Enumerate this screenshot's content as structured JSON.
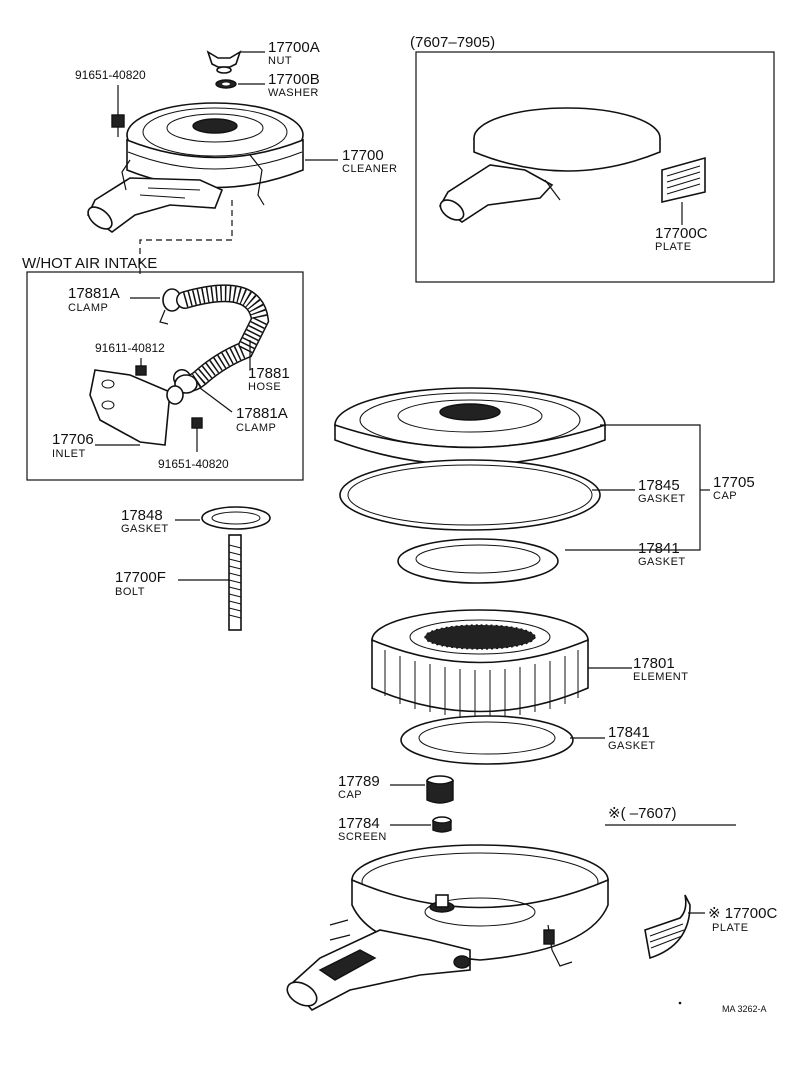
{
  "headers": {
    "alt_period": "(7607–7905)",
    "hot_air": "W/HOT AIR INTAKE",
    "note_period": "※(        –7607)"
  },
  "labels": {
    "p17700A": {
      "num": "17700A",
      "name": "NUT"
    },
    "p17700B": {
      "num": "17700B",
      "name": "WASHER"
    },
    "p91651a": {
      "num": "91651-40820"
    },
    "p17700": {
      "num": "17700",
      "name": "CLEANER"
    },
    "p17700C1": {
      "num": "17700C",
      "name": "PLATE"
    },
    "p17881A1": {
      "num": "17881A",
      "name": "CLAMP"
    },
    "p91611": {
      "num": "91611-40812"
    },
    "p17881": {
      "num": "17881",
      "name": "HOSE"
    },
    "p17881A2": {
      "num": "17881A",
      "name": "CLAMP"
    },
    "p17706": {
      "num": "17706",
      "name": "INLET"
    },
    "p91651b": {
      "num": "91651-40820"
    },
    "p17848": {
      "num": "17848",
      "name": "GASKET"
    },
    "p17700F": {
      "num": "17700F",
      "name": "BOLT"
    },
    "p17845": {
      "num": "17845",
      "name": "GASKET"
    },
    "p17705": {
      "num": "17705",
      "name": "CAP"
    },
    "p17841a": {
      "num": "17841",
      "name": "GASKET"
    },
    "p17801": {
      "num": "17801",
      "name": "ELEMENT"
    },
    "p17841b": {
      "num": "17841",
      "name": "GASKET"
    },
    "p17789": {
      "num": "17789",
      "name": "CAP"
    },
    "p17784": {
      "num": "17784",
      "name": "SCREEN"
    },
    "p17700C2": {
      "num": "※ 17700C",
      "name": "PLATE"
    }
  },
  "footer": {
    "code": "MA 3262-A"
  }
}
